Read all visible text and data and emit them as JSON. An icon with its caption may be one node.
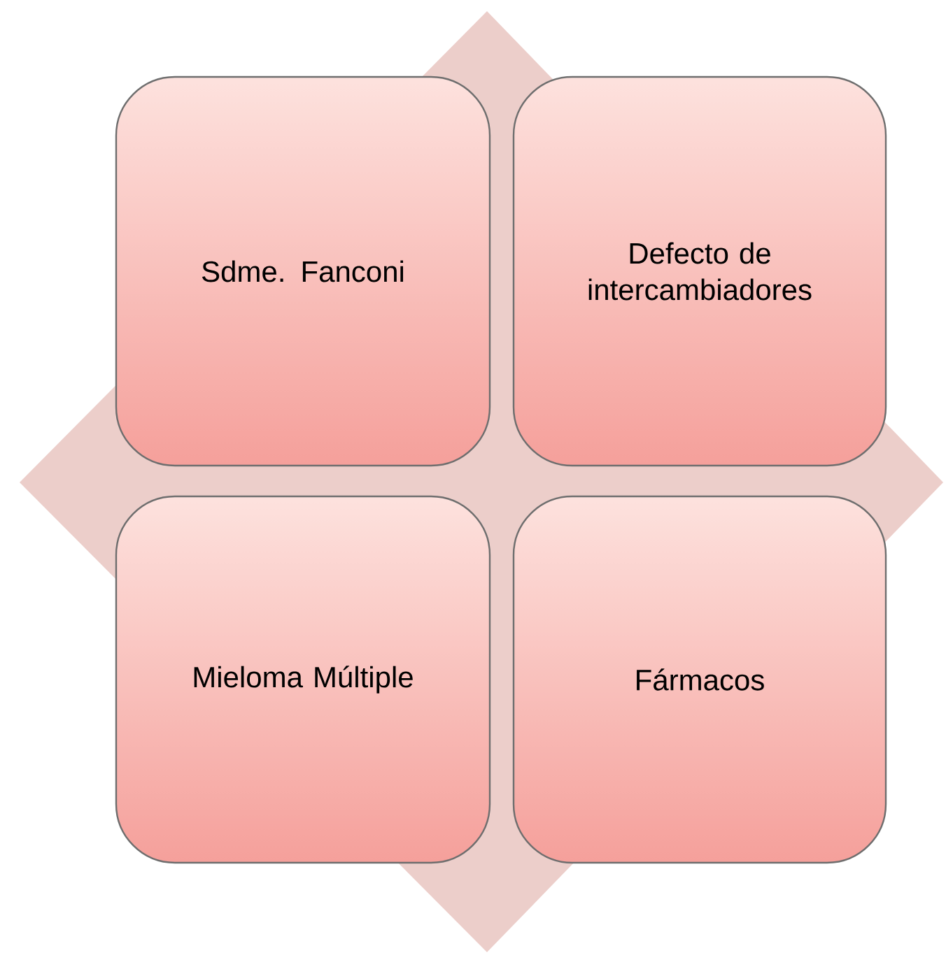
{
  "diagram": {
    "nodes": [
      {
        "text": [
          "Sdme. Fanconi"
        ]
      },
      {
        "text": [
          "Defecto de intercambiadores"
        ]
      },
      {
        "text": [
          "Mieloma Múltiple"
        ]
      },
      {
        "text": [
          "Fármacos"
        ]
      }
    ]
  }
}
